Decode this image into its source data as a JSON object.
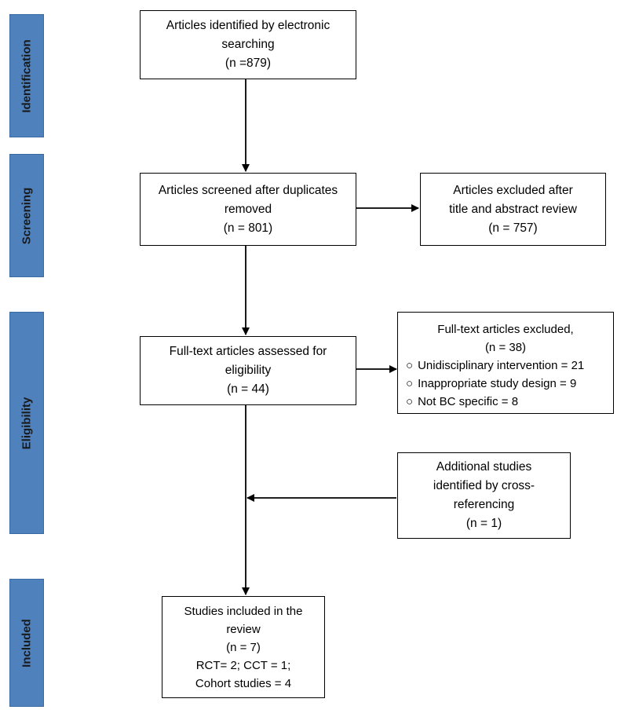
{
  "phases": {
    "identification": "Identification",
    "screening": "Screening",
    "eligibility": "Eligibility",
    "included": "Included"
  },
  "boxes": {
    "identified": {
      "line1": "Articles identified by electronic",
      "line2": "searching",
      "count": "(n =879)"
    },
    "screened": {
      "line1": "Articles screened after duplicates",
      "line2": "removed",
      "count": "(n = 801)"
    },
    "excluded_title": {
      "line1": "Articles excluded after",
      "line2": "title and abstract review",
      "count": "(n = 757)"
    },
    "fulltext": {
      "line1": "Full-text articles assessed for",
      "line2": "eligibility",
      "count": "(n = 44)"
    },
    "fulltext_excluded": {
      "title": "Full-text articles excluded,",
      "count": "(n = 38)",
      "reasons": [
        "Unidisciplinary intervention = 21",
        "Inappropriate study design = 9",
        "Not BC specific = 8"
      ]
    },
    "additional": {
      "line1": "Additional studies",
      "line2": "identified by cross-",
      "line3": "referencing",
      "count": "(n = 1)"
    },
    "included": {
      "line1": "Studies included in the",
      "line2": "review",
      "count": "(n = 7)",
      "line3": "RCT= 2; CCT = 1;",
      "line4": "Cohort studies = 4"
    }
  }
}
